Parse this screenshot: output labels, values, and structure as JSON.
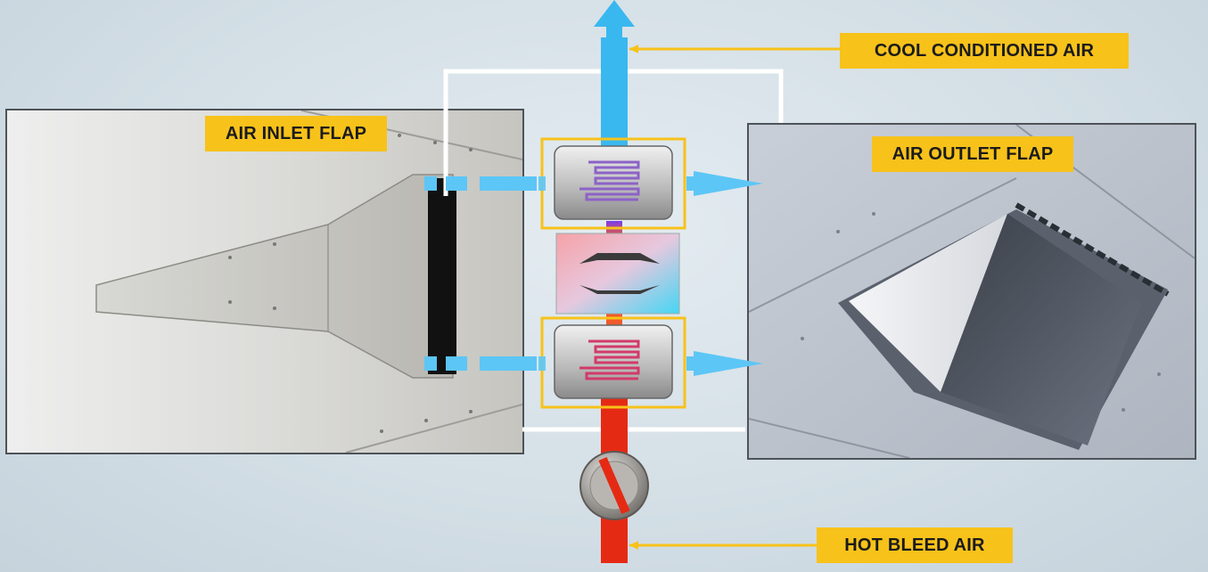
{
  "labels": {
    "cool_conditioned_air": "COOL CONDITIONED AIR",
    "air_inlet_flap": "AIR INLET FLAP",
    "air_outlet_flap": "AIR OUTLET FLAP",
    "hot_bleed_air": "HOT BLEED AIR"
  },
  "colors": {
    "label_bg": "#f7c21a",
    "cool_air": "#39b8f0",
    "hot_air": "#e52a14",
    "ram_air_arrow": "#5cc6f6",
    "leader_line": "#f7c21a"
  }
}
